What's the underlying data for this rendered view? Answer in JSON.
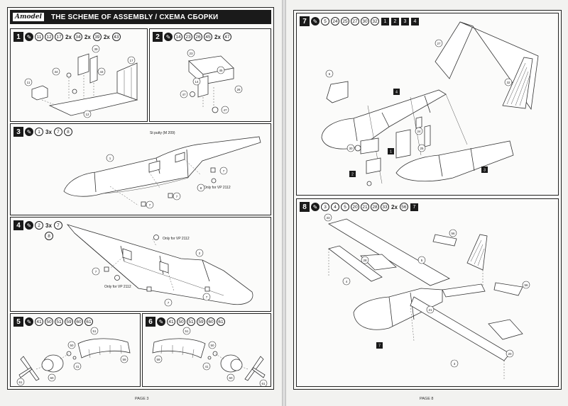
{
  "header": {
    "brand": "Amodel",
    "title": "THE SCHEME OF ASSEMBLY / СХЕМА СБОРКИ"
  },
  "steps": [
    {
      "num": "1",
      "parts": [
        "11",
        "12",
        "17"
      ],
      "groups": [
        {
          "mult": "2x",
          "parts": [
            "34"
          ]
        },
        {
          "mult": "2x",
          "parts": [
            "39"
          ]
        },
        {
          "mult": "2x",
          "parts": [
            "43"
          ]
        }
      ]
    },
    {
      "num": "2",
      "parts": [
        "14",
        "23",
        "26",
        "45"
      ],
      "groups": [
        {
          "mult": "2x",
          "parts": [
            "47"
          ]
        }
      ]
    },
    {
      "num": "3",
      "parts": [
        "1"
      ],
      "groups": [
        {
          "mult": "3x",
          "parts": [
            "7",
            "8"
          ]
        }
      ]
    },
    {
      "num": "4",
      "parts": [
        "2"
      ],
      "groups": [
        {
          "mult": "3x",
          "parts": [
            "7"
          ]
        }
      ],
      "extra": [
        "8"
      ]
    },
    {
      "num": "5",
      "parts": [
        "41",
        "50",
        "51",
        "59",
        "60",
        "61"
      ],
      "groups": []
    },
    {
      "num": "6",
      "parts": [
        "41",
        "50",
        "51",
        "59",
        "60",
        "61"
      ],
      "groups": []
    },
    {
      "num": "7",
      "parts": [
        "5",
        "24",
        "25",
        "27",
        "30",
        "32"
      ],
      "groups": [],
      "tags": [
        "1",
        "2",
        "3",
        "4"
      ]
    },
    {
      "num": "8",
      "parts": [
        "3",
        "4",
        "5",
        "20",
        "21",
        "28",
        "33"
      ],
      "groups": [
        {
          "mult": "2x",
          "parts": [
            "56"
          ]
        }
      ],
      "tags": [
        "7"
      ]
    }
  ],
  "notes": {
    "putty": "St putty (M 209)",
    "only_vp_a": "Only for VP 2112",
    "only_vp_b": "Only for VP 2112",
    "only_vp_c": "Only for VP 2112"
  },
  "pages": {
    "left": "PAGE 3",
    "right": "PAGE 8"
  }
}
